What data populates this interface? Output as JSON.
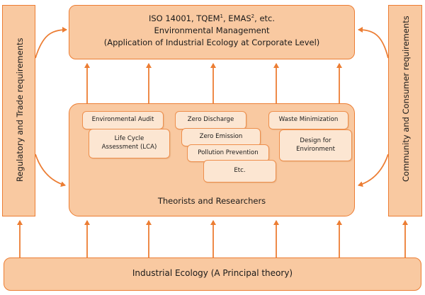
{
  "top_box": {
    "line1_prefix": "ISO 14001, TQEM",
    "sup1": "1",
    "line1_mid": ", EMAS",
    "sup2": "2",
    "line1_suffix": ", etc.",
    "line2": "Environmental Management",
    "line3": "(Application of Industrial Ecology at Corporate Level)"
  },
  "left_box": {
    "label": "Regulatory and Trade requirements"
  },
  "right_box": {
    "label": "Community and Consumer requirements"
  },
  "middle_box": {
    "label": "Theorists and Researchers",
    "items": {
      "environmental_audit": "Environmental Audit",
      "lca_line1": "Life Cycle",
      "lca_line2": "Assessment (LCA)",
      "zero_discharge": "Zero Discharge",
      "zero_emission": "Zero Emission",
      "pollution_prevention": "Pollution Prevention",
      "etc": "Etc.",
      "waste_minimization": "Waste Minimization",
      "dfe_line1": "Design for",
      "dfe_line2": "Environment"
    }
  },
  "bottom_box": {
    "label": "Industrial Ecology (A Principal theory)"
  },
  "colors": {
    "fill": "#f9c9a1",
    "border": "#ec7d33",
    "arrow": "#ec7d33",
    "pill_fill": "#fce6d2"
  }
}
